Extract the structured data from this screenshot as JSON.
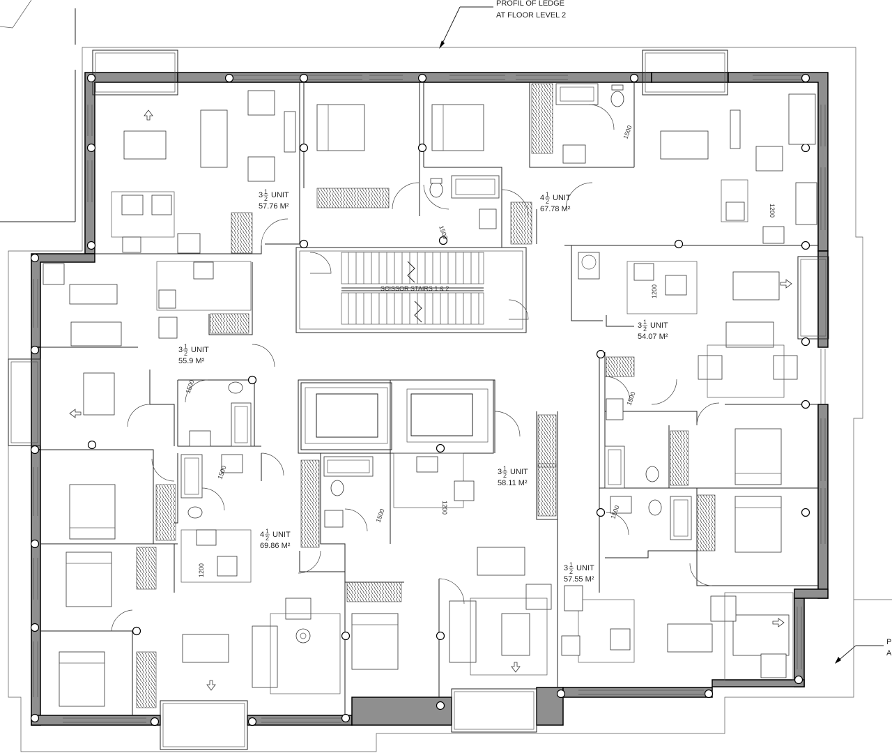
{
  "annotations": {
    "ledge_top_line1": "PROFIL OF LEDGE",
    "ledge_top_line2": "AT FLOOR LEVEL 2",
    "ledge_right_line1": "P",
    "ledge_right_line2": "A"
  },
  "stairs": {
    "label": "SCISSOR STAIRS 1 & 2"
  },
  "units": [
    {
      "id": "unit-north-west",
      "type_whole": "3",
      "type_num": "1",
      "type_den": "2",
      "type_word": "UNIT",
      "area": "57.76 M²"
    },
    {
      "id": "unit-north-east",
      "type_whole": "4",
      "type_num": "1",
      "type_den": "2",
      "type_word": "UNIT",
      "area": "67.78 M²"
    },
    {
      "id": "unit-west",
      "type_whole": "3",
      "type_num": "1",
      "type_den": "2",
      "type_word": "UNIT",
      "area": "55.9 M²"
    },
    {
      "id": "unit-east",
      "type_whole": "3",
      "type_num": "1",
      "type_den": "2",
      "type_word": "UNIT",
      "area": "54.07 M²"
    },
    {
      "id": "unit-center",
      "type_whole": "3",
      "type_num": "1",
      "type_den": "2",
      "type_word": "UNIT",
      "area": "58.11 M²"
    },
    {
      "id": "unit-south-west",
      "type_whole": "4",
      "type_num": "1",
      "type_den": "2",
      "type_word": "UNIT",
      "area": "69.86 M²"
    },
    {
      "id": "unit-south-east",
      "type_whole": "3",
      "type_num": "1",
      "type_den": "2",
      "type_word": "UNIT",
      "area": "57.55 M²"
    }
  ],
  "small_dims": {
    "d1500": "1500",
    "d1200": "1200"
  },
  "colors": {
    "wall_fill": "#8f8f8f",
    "line": "#222222",
    "background": "#ffffff"
  }
}
